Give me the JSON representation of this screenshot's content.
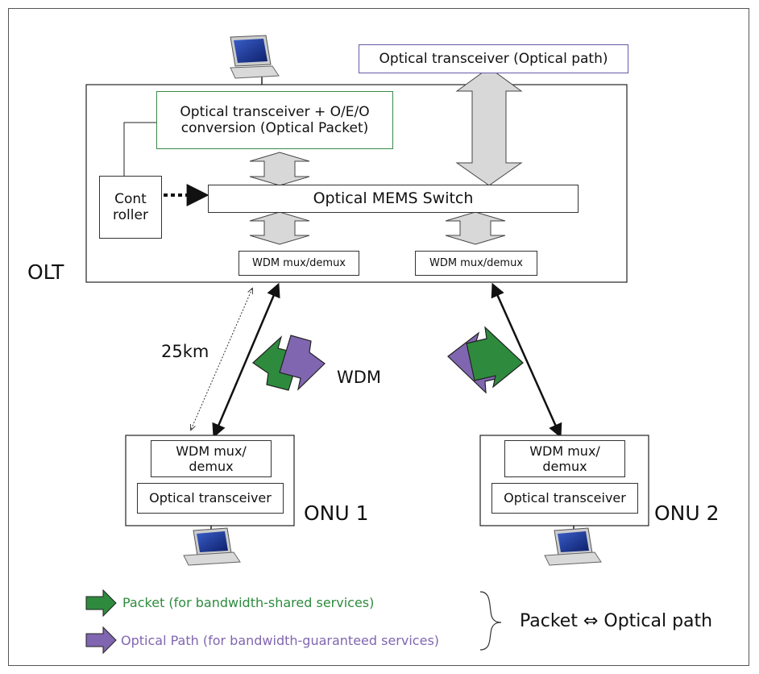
{
  "olt": {
    "label": "OLT",
    "transceiver_top_right": "Optical transceiver (Optical path)",
    "transceiver_oeo": "Optical transceiver + O/E/O conversion (Optical Packet)",
    "controller": "Cont roller",
    "mems_switch": "Optical MEMS Switch",
    "wdm_left": "WDM mux/demux",
    "wdm_right": "WDM mux/demux"
  },
  "link": {
    "distance": "25km",
    "wdm_label": "WDM"
  },
  "onu1": {
    "label": "ONU 1",
    "wdm": "WDM mux/ demux",
    "transceiver": "Optical transceiver"
  },
  "onu2": {
    "label": "ONU 2",
    "wdm": "WDM mux/ demux",
    "transceiver": "Optical transceiver"
  },
  "legend": {
    "packet": "Packet (for bandwidth-shared services)",
    "path": "Optical Path (for bandwidth-guaranteed services)",
    "summary": "Packet ⇔ Optical path"
  },
  "colors": {
    "packet_green": "#2e8b3e",
    "path_purple": "#8066b0",
    "gray_arrow": "#d8d8d8",
    "transceiver_border_green": "#3a8a4a",
    "transceiver_border_purple": "#6a5aa8"
  }
}
